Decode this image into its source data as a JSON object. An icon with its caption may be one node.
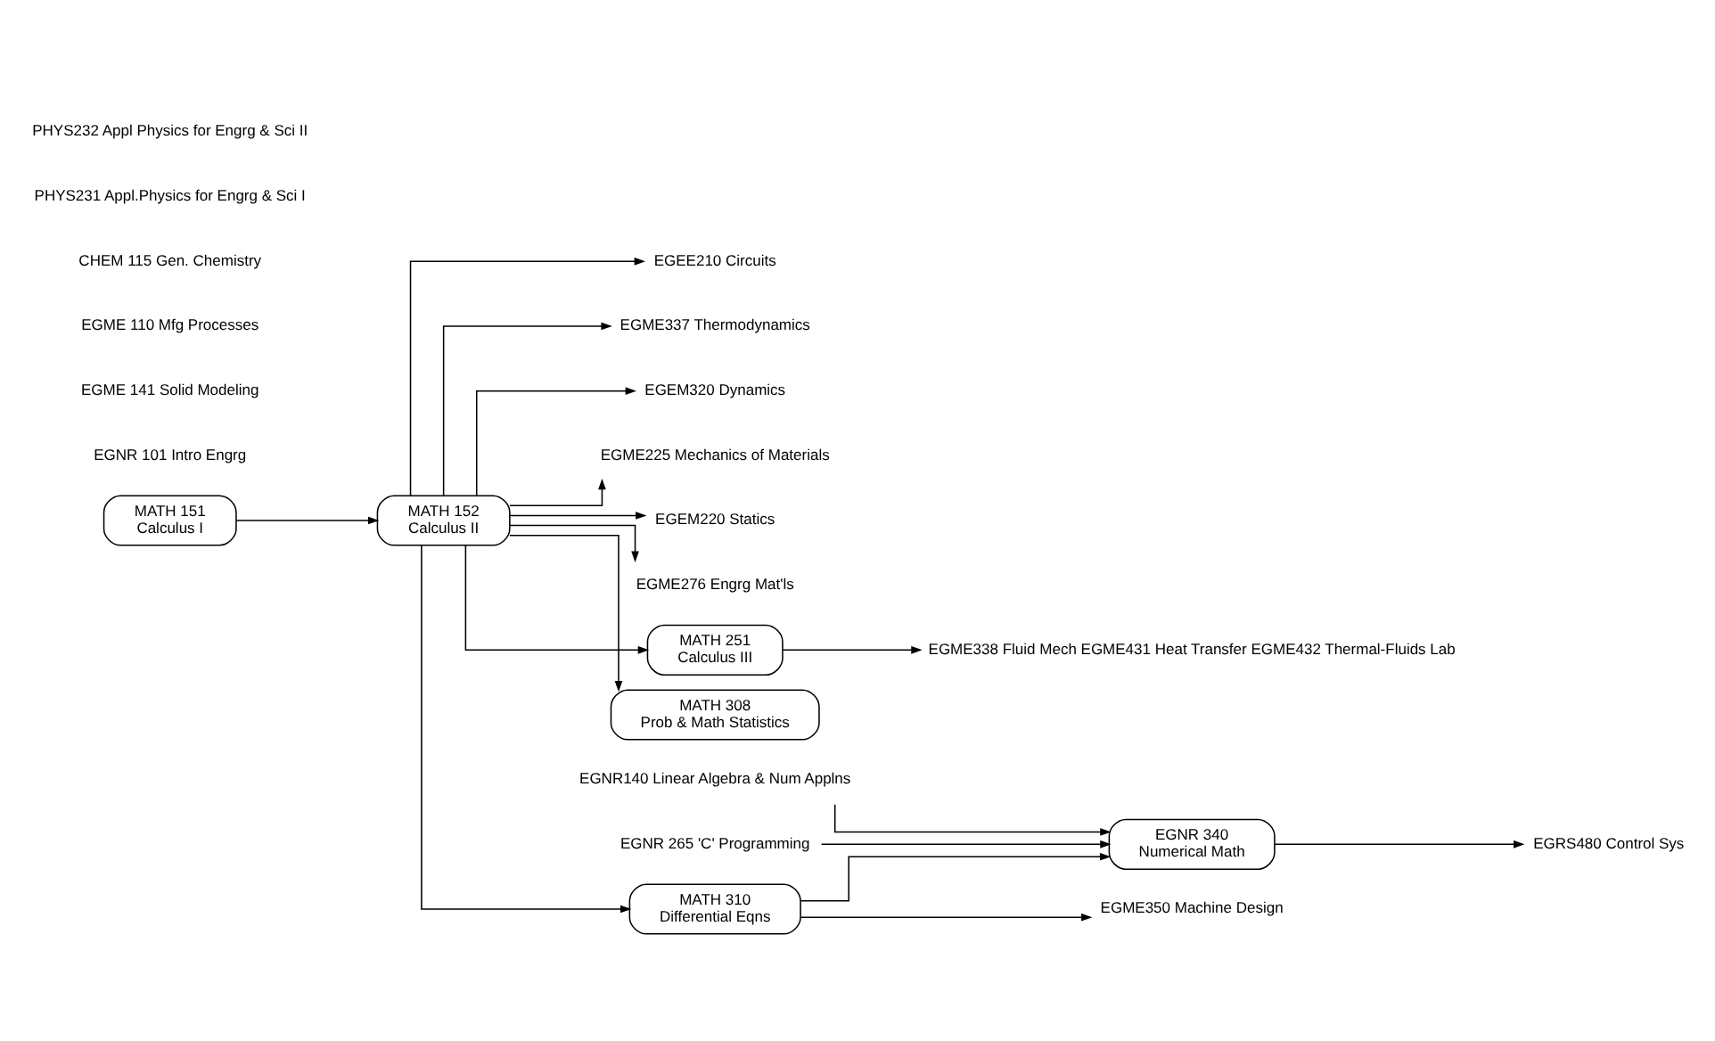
{
  "diagram": {
    "nodes": [
      {
        "text": [
          "MATH 151",
          "Calculus I"
        ]
      },
      {
        "text": [
          "MATH 152",
          "Calculus II"
        ]
      },
      {
        "text": [
          "EGEE210 Circuits"
        ]
      },
      {
        "text": [
          "EGME337 Thermodynamics"
        ]
      },
      {
        "text": [
          "EGEM320 Dynamics"
        ]
      },
      {
        "text": [
          "EGME225 Mechanics of Materials"
        ]
      },
      {
        "text": [
          "EGEM220 Statics"
        ]
      },
      {
        "text": [
          "EGME276 Engrg Mat'ls"
        ]
      },
      {
        "text": [
          "MATH 251",
          "Calculus III"
        ]
      },
      {
        "text": [
          "MATH 308",
          "Prob & Math Statistics"
        ]
      },
      {
        "text": [
          "MATH 310",
          "Differential Eqns"
        ]
      },
      {
        "text": [
          "EGNR 340",
          "Numerical Math"
        ]
      },
      {
        "text": [
          "EGME338 Fluid Mech EGME431 Heat Transfer EGME432 Thermal-Fluids Lab"
        ]
      },
      {
        "text": [
          "EGME350 Machine Design"
        ]
      },
      {
        "text": [
          "EGRS480 Control Sys"
        ]
      },
      {
        "text": [
          "EGNR140 Linear Algebra & Num Applns"
        ]
      },
      {
        "text": [
          "EGNR 265 'C' Programming"
        ]
      }
    ],
    "edges": [
      {
        "from": 0,
        "to": 1,
        "arrow": "to"
      },
      {
        "from": 1,
        "to": 2,
        "arrow": "to"
      },
      {
        "from": 1,
        "to": 3,
        "arrow": "to"
      },
      {
        "from": 1,
        "to": 4,
        "arrow": "to"
      },
      {
        "from": 1,
        "to": 5,
        "arrow": "to"
      },
      {
        "from": 1,
        "to": 6,
        "arrow": "to"
      },
      {
        "from": 1,
        "to": 7,
        "arrow": "to"
      },
      {
        "from": 1,
        "to": 8,
        "arrow": "to"
      },
      {
        "from": 1,
        "to": 9,
        "arrow": "to"
      },
      {
        "from": 1,
        "to": 10,
        "arrow": "to"
      },
      {
        "from": 8,
        "to": 12,
        "arrow": "to"
      },
      {
        "from": 10,
        "to": 13,
        "arrow": "to"
      },
      {
        "from": 10,
        "to": 11,
        "arrow": "to"
      },
      {
        "from": 11,
        "to": 14,
        "arrow": "to"
      },
      {
        "from": 15,
        "to": 11,
        "arrow": "to"
      },
      {
        "from": 16,
        "to": 11,
        "arrow": "to"
      }
    ],
    "labels": [
      "EGNR 101 Intro Engrg",
      "EGME 141 Solid Modeling",
      "EGME 110 Mfg Processes",
      "CHEM 115 Gen. Chemistry",
      "PHYS231 Appl.Physics for Engrg & Sci I",
      "PHYS232 Appl Physics for Engrg & Sci II"
    ]
  }
}
